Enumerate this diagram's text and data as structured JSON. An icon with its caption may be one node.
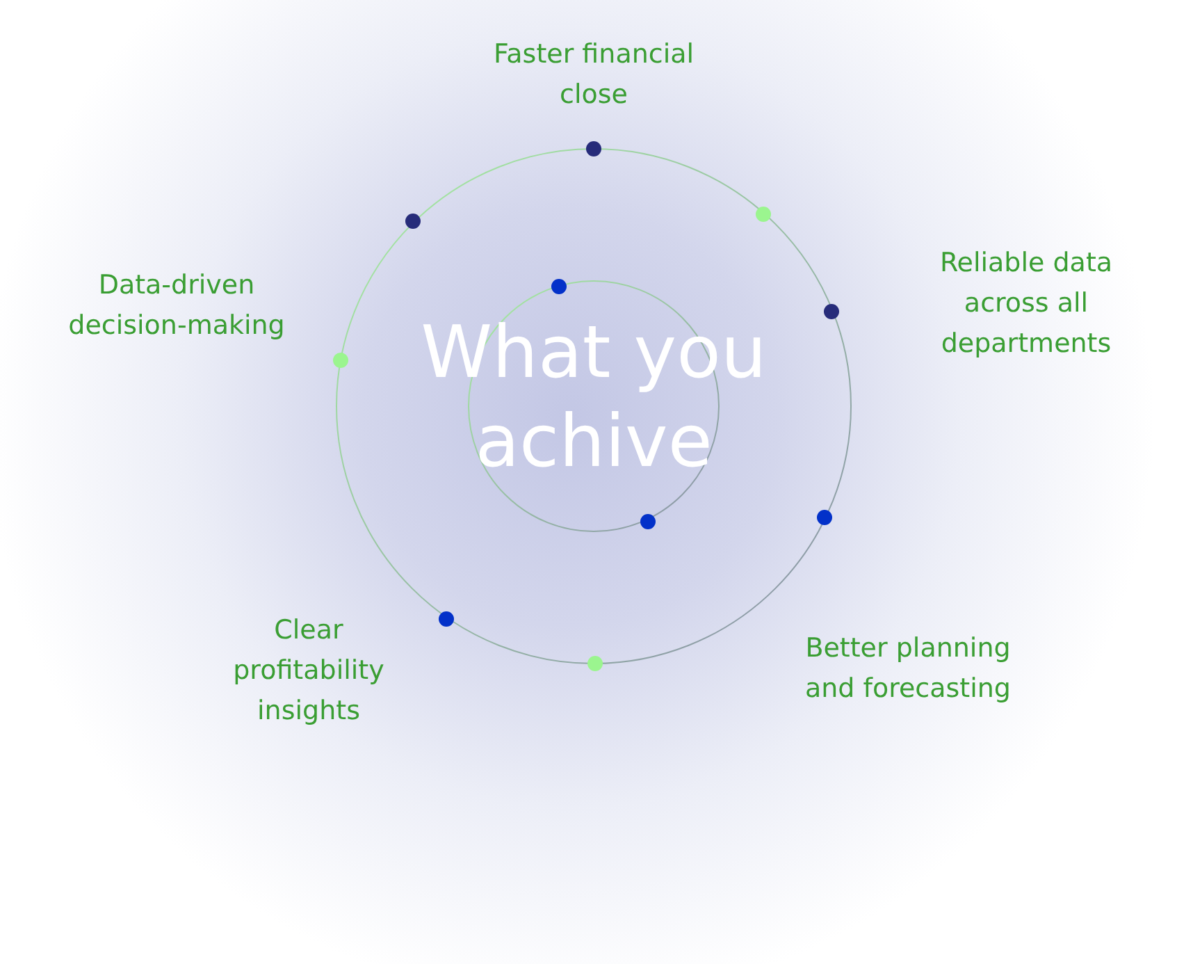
{
  "diagram": {
    "title": "What you achive",
    "labels": [
      "Faster financial close",
      "Data-driven decision-making",
      "Reliable data across all departments",
      "Clear profitability insights",
      "Better planning and forecasting"
    ]
  }
}
